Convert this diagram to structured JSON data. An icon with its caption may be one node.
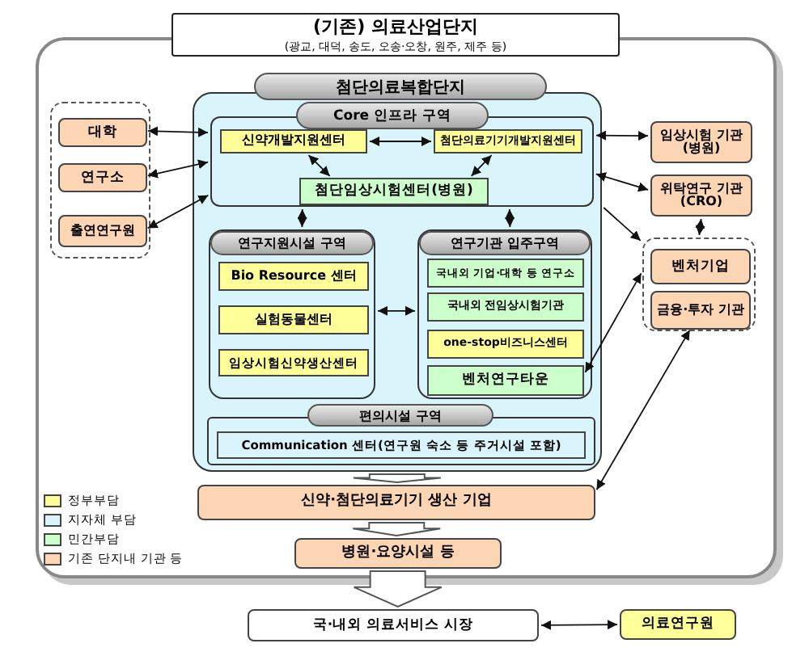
{
  "diagram": {
    "nodes": [
      {
        "text": [
          "(기존) 의료산업단지",
          "(광교, 대덕, 송도, 오송·오창, 원주, 제주 등)"
        ]
      },
      {
        "text": [
          "첨단의료복합단지"
        ],
        "in": 0
      },
      {
        "text": [
          "Core 인프라 구역"
        ],
        "in": 1
      },
      {
        "text": [
          "신약개발지원센터"
        ],
        "in": 2
      },
      {
        "text": [
          "첨단의료기기개발지원센터"
        ],
        "in": 2
      },
      {
        "text": [
          "첨단임상시험센터(병원)"
        ],
        "in": 2
      },
      {
        "text": [
          "연구지원시설 구역"
        ],
        "in": 1
      },
      {
        "text": [
          "Bio Resource 센터"
        ],
        "in": 6
      },
      {
        "text": [
          "실험동물센터"
        ],
        "in": 6
      },
      {
        "text": [
          "임상시험신약생산센터"
        ],
        "in": 6
      },
      {
        "text": [
          "연구기관 입주구역"
        ],
        "in": 1
      },
      {
        "text": [
          "국내외 기업·대학 등 연구소"
        ],
        "in": 10
      },
      {
        "text": [
          "국내외 전임상시험기관"
        ],
        "in": 10
      },
      {
        "text": [
          "one-stop비즈니스센터"
        ],
        "in": 10
      },
      {
        "text": [
          "벤처연구타운"
        ],
        "in": 10
      },
      {
        "text": [
          "편의시설 구역"
        ],
        "in": 1
      },
      {
        "text": [
          "Communication 센터(연구원 숙소 등 주거시설 포함)"
        ],
        "in": 15
      },
      {
        "text": [],
        "shape": "box",
        "in": 0
      },
      {
        "text": [
          "대학"
        ],
        "in": 17
      },
      {
        "text": [
          "연구소"
        ],
        "in": 17
      },
      {
        "text": [
          "출연연구원"
        ],
        "in": 17
      },
      {
        "text": [
          "임상시험 기관(병원)"
        ],
        "in": 0
      },
      {
        "text": [
          "위탁연구 기관(CRO)"
        ],
        "in": 0
      },
      {
        "text": [],
        "shape": "box",
        "in": 0
      },
      {
        "text": [
          "벤처기업"
        ],
        "in": 23
      },
      {
        "text": [
          "금융·투자 기관"
        ],
        "in": 23
      },
      {
        "text": [
          "신약·첨단의료기기 생산 기업"
        ],
        "in": 0
      },
      {
        "text": [
          "병원·요양시설 등"
        ],
        "in": 0
      },
      {
        "text": [
          "국·내외 의료서비스 시장"
        ]
      },
      {
        "text": [
          "의료연구원"
        ]
      }
    ],
    "edges": [
      {
        "from": 18,
        "to": 2,
        "arrow": "both"
      },
      {
        "from": 19,
        "to": 2,
        "arrow": "both"
      },
      {
        "from": 20,
        "to": 2,
        "arrow": "both"
      },
      {
        "from": 3,
        "to": 4,
        "arrow": "both"
      },
      {
        "from": 3,
        "to": 5,
        "arrow": "both"
      },
      {
        "from": 4,
        "to": 5,
        "arrow": "both"
      },
      {
        "from": 2,
        "to": 6,
        "arrow": "both"
      },
      {
        "from": 2,
        "to": 10,
        "arrow": "both"
      },
      {
        "from": 6,
        "to": 10,
        "arrow": "both"
      },
      {
        "from": 2,
        "to": 21,
        "arrow": "both"
      },
      {
        "from": 2,
        "to": 22,
        "arrow": "both"
      },
      {
        "from": 22,
        "to": 23,
        "arrow": "both"
      },
      {
        "from": 1,
        "to": 23,
        "arrow": "to"
      },
      {
        "from": 14,
        "to": 23,
        "arrow": "both"
      },
      {
        "from": 25,
        "to": 26,
        "arrow": "both"
      },
      {
        "from": 1,
        "to": 26,
        "arrow": "to",
        "style": "thick"
      },
      {
        "from": 26,
        "to": 27,
        "arrow": "to",
        "style": "thick"
      },
      {
        "from": 27,
        "to": 28,
        "arrow": "to",
        "style": "thick"
      },
      {
        "from": 28,
        "to": 29,
        "arrow": "both"
      }
    ],
    "legend": [
      {
        "text": "정부부담",
        "color": "#ffff99"
      },
      {
        "text": "지자체 부담",
        "color": "#d9f5fb"
      },
      {
        "text": "민간부담",
        "color": "#ccffcc"
      },
      {
        "text": "기존 단지내 기관 등",
        "color": "#fcd5b4"
      }
    ]
  }
}
